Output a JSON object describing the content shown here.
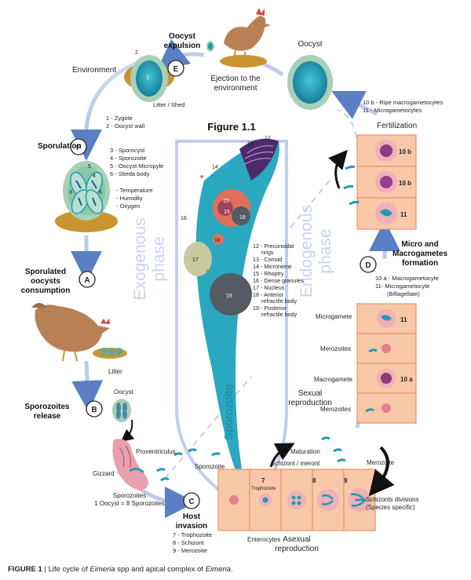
{
  "figure_title": "Figure 1.1",
  "caption": {
    "label": "FIGURE 1",
    "separator": " | ",
    "text_a": "Life cycle of ",
    "italic_a": "Eimeria",
    "text_b": " spp and apical complex of ",
    "italic_b": "Eimeria",
    "text_c": "."
  },
  "phases": {
    "exogenous": "Exogenous phase",
    "endogenous": "Endogenous phase",
    "exo_line1": "Exogenous",
    "exo_line2": "phase",
    "endo_line1": "Endogenous",
    "endo_line2": "phase"
  },
  "steps": {
    "A": {
      "letter": "A",
      "line1": "Sporulated",
      "line2": "oocysts",
      "line3": "consumption"
    },
    "B": {
      "letter": "B",
      "line1": "Sporozoites",
      "line2": "release"
    },
    "C": {
      "letter": "C",
      "line1": "Host",
      "line2": "invasion"
    },
    "D": {
      "letter": "D",
      "line1": "Micro and",
      "line2": "Macrogametes",
      "line3": "formation"
    },
    "E": {
      "letter": "E",
      "line1": "Oocyst",
      "line2": "expulsion"
    },
    "F": {
      "letter": "F",
      "line1": "Sporulation"
    }
  },
  "labels": {
    "environment": "Environment",
    "litter_shed": "Litter / Shed",
    "ejection_line1": "Ejection to the",
    "ejection_line2": "environment",
    "oocyst_top": "Oocyst",
    "oocyst_mid": "Oocyst",
    "litter": "Litter",
    "proventriculus": "Proventriculus",
    "gizzard": "Gizzard",
    "sporozoite_small": "Sporozoite",
    "sporozoites_line1": "Sporozoites",
    "sporozoites_line2": "1 Oocyst = 8 Sporozoites",
    "enterocytes": "Enterocytes",
    "asexual_line1": "Asexual",
    "asexual_line2": "reproduction",
    "sexual_line1": "Sexual",
    "sexual_line2": "reproduction",
    "maturation": "Maturation",
    "schizont_meront": "Schizont / meront",
    "trophozoite": "Trophozoite",
    "merozoite_right": "Merozoite",
    "schizonts_div_line1": "Schizonts divisions",
    "schizonts_div_line2": "(Species specific)",
    "fertilization": "Fertilization",
    "microgamete": "Microgamete",
    "merozoites_1": "Merozoites",
    "macrogamete": "Macrogamete",
    "merozoites_2": "Merozoites",
    "sporozoite_big": "Sporozoite"
  },
  "legends": {
    "zygote": [
      "1 - Zygote",
      "2 - Oocyst wall"
    ],
    "sporocyst": [
      "3 - Sporocyst",
      "4 - Sporozoite",
      "5 - Oocyst Micropyle",
      "6 - Stieda body"
    ],
    "conditions": [
      "- Temperature",
      "- Humidity",
      "- Oxygen"
    ],
    "gametocytes_top": [
      "10 b - Ripe macrogametocytes",
      "11 - Microgametocytes"
    ],
    "gametocytes_mid": [
      "10 a - Macrogametocyte",
      "11- Microgametocyte",
      "(Biflagellate)"
    ],
    "host_stages": [
      "7 - Trophozoite",
      "8 - Schizont",
      "9 - Merozoite"
    ],
    "apical": [
      "12 - Preconoidal",
      "rings",
      "13 - Conoid",
      "14 - Microneme",
      "15 - Rhoptry",
      "16 - Dense granules",
      "17 - Nucleus",
      "18 - Anterior",
      "refractile body",
      "19 - Posterior",
      "refractile body"
    ]
  },
  "numbers": {
    "n1": "1",
    "n2": "2",
    "n3": "3",
    "n4": "4",
    "n5": "5",
    "n6": "6",
    "n7": "7",
    "n8": "8",
    "n9": "9",
    "n10a": "10 a",
    "n10b_1": "10 b",
    "n10b_2": "10 b",
    "n11_top": "11",
    "n11_mid": "11",
    "n12": "12",
    "n13": "13",
    "n14": "14",
    "n15a": "15",
    "n15b": "15",
    "n16a": "16",
    "n16b": "16",
    "n17": "17",
    "n18": "18",
    "n19": "19"
  },
  "colors": {
    "cycle_arrow": "#5a7fc4",
    "phase_text": "#c9d3ea",
    "sporozoite": "#2aa8bf",
    "cell_fill": "#f8c8a8",
    "cell_stroke": "#e8926e",
    "nucleus": "#e3808f",
    "oocyst_teal": "#1f9bb3",
    "oocyst_wall": "#a9cfb8",
    "litter": "#c9952e",
    "hen": "#b98055"
  }
}
